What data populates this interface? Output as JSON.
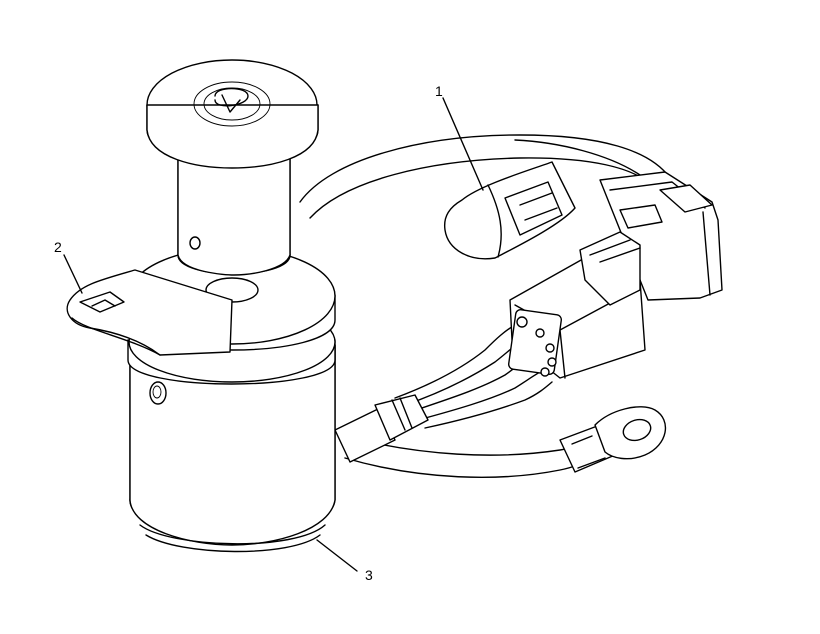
{
  "callouts": {
    "c1": "1",
    "c2": "2",
    "c3": "3"
  },
  "colors": {
    "line": "#000000",
    "background": "#ffffff"
  }
}
